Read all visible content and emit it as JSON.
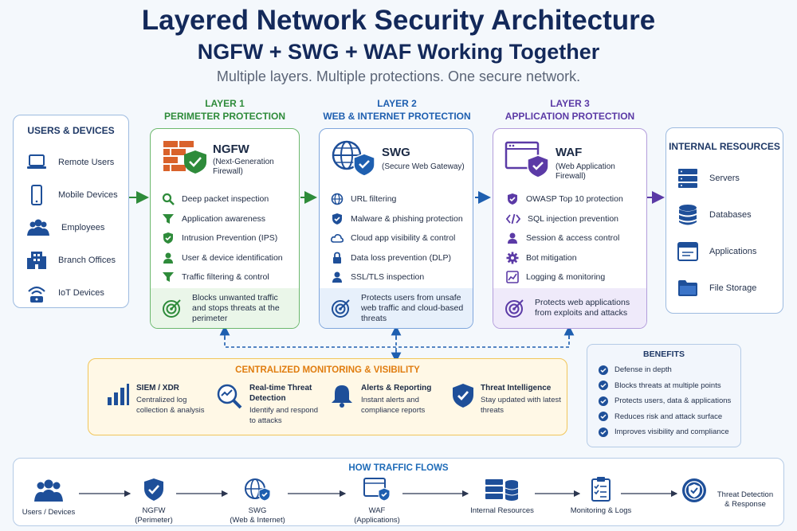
{
  "header": {
    "title": "Layered Network Security Architecture",
    "subtitle": "NGFW + SWG + WAF Working Together",
    "tagline": "Multiple layers. Multiple protections. One secure network."
  },
  "users": {
    "title": "USERS & DEVICES",
    "items": [
      "Remote Users",
      "Mobile Devices",
      "Employees",
      "Branch Offices",
      "IoT Devices"
    ]
  },
  "layers": [
    {
      "number": "LAYER 1",
      "heading": "PERIMETER PROTECTION",
      "name": "NGFW",
      "sub": "(Next-Generation Firewall)",
      "features": [
        "Deep packet inspection",
        "Application awareness",
        "Intrusion Prevention (IPS)",
        "User & device identification",
        "Traffic filtering & control"
      ],
      "footer": "Blocks unwanted traffic and stops threats at the perimeter"
    },
    {
      "number": "LAYER 2",
      "heading": "WEB & INTERNET PROTECTION",
      "name": "SWG",
      "sub": "(Secure Web Gateway)",
      "features": [
        "URL filtering",
        "Malware & phishing protection",
        "Cloud app visibility & control",
        "Data loss prevention (DLP)",
        "SSL/TLS inspection"
      ],
      "footer": "Protects users from unsafe web traffic and cloud-based threats"
    },
    {
      "number": "LAYER 3",
      "heading": "APPLICATION PROTECTION",
      "name": "WAF",
      "sub": "(Web Application Firewall)",
      "features": [
        "OWASP Top 10 protection",
        "SQL injection prevention",
        "Session & access control",
        "Bot mitigation",
        "Logging & monitoring"
      ],
      "footer": "Protects web applications from exploits and attacks"
    }
  ],
  "resources": {
    "title": "INTERNAL RESOURCES",
    "items": [
      "Servers",
      "Databases",
      "Applications",
      "File Storage"
    ]
  },
  "monitoring": {
    "title": "CENTRALIZED MONITORING & VISIBILITY",
    "items": [
      {
        "title": "SIEM / XDR",
        "desc": "Centralized log collection & analysis"
      },
      {
        "title": "Real-time Threat Detection",
        "desc": "Identify and respond to attacks"
      },
      {
        "title": "Alerts & Reporting",
        "desc": "Instant alerts and compliance reports"
      },
      {
        "title": "Threat Intelligence",
        "desc": "Stay updated with latest threats"
      }
    ]
  },
  "benefits": {
    "title": "BENEFITS",
    "items": [
      "Defense in depth",
      "Blocks threats at multiple points",
      "Protects users, data & applications",
      "Reduces risk and attack surface",
      "Improves visibility and compliance"
    ]
  },
  "flow": {
    "title": "HOW TRAFFIC FLOWS",
    "nodes": [
      {
        "label": "Users / Devices",
        "sub": ""
      },
      {
        "label": "NGFW",
        "sub": "(Perimeter)"
      },
      {
        "label": "SWG",
        "sub": "(Web & Internet)"
      },
      {
        "label": "WAF",
        "sub": "(Applications)"
      },
      {
        "label": "Internal Resources",
        "sub": ""
      },
      {
        "label": "Monitoring & Logs",
        "sub": ""
      },
      {
        "label": "Threat Detection",
        "sub": "& Response"
      }
    ]
  },
  "colors": {
    "navy": "#13295a",
    "layer1": "#2e8b3a",
    "layer2": "#1e5fb0",
    "layer3": "#5b3aa6",
    "monitoring": "#e07d10"
  }
}
